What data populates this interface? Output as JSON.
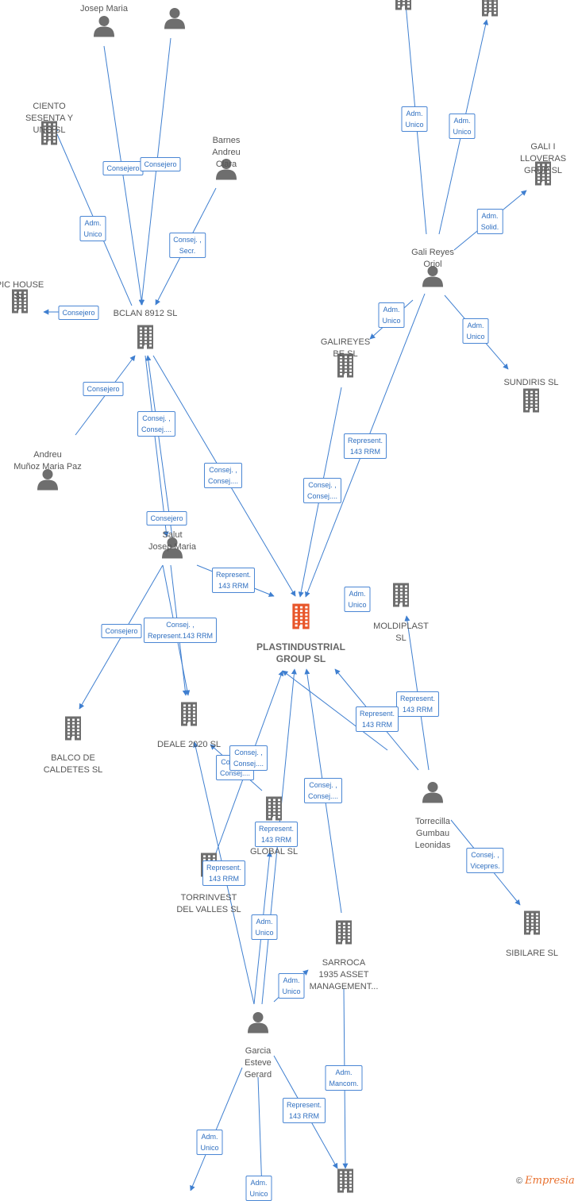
{
  "nodes": [
    {
      "id": "josep",
      "type": "person",
      "label": "Josep Maria"
    },
    {
      "id": "p_top2",
      "type": "person",
      "label": ""
    },
    {
      "id": "b_top1",
      "type": "company",
      "label": ""
    },
    {
      "id": "b_top2",
      "type": "company",
      "label": ""
    },
    {
      "id": "ciento",
      "type": "company",
      "label": "CIENTO\nSESENTA Y\nUNO SL"
    },
    {
      "id": "barnes_andreu",
      "type": "person",
      "label": "Barnes\nAndreu\nClara"
    },
    {
      "id": "pichouse",
      "type": "company",
      "label": "PIC HOUSE\nSL"
    },
    {
      "id": "bclan",
      "type": "company",
      "label": "BCLAN 8912  SL"
    },
    {
      "id": "andreu_munoz",
      "type": "person",
      "label": "Andreu\nMuñoz Maria Paz"
    },
    {
      "id": "barnes_sc",
      "type": "person",
      "label": "Barnes\nSalut\nJosep Maria"
    },
    {
      "id": "gali_reyes",
      "type": "person",
      "label": "Gali Reyes\nOriol"
    },
    {
      "id": "gali_lloveras",
      "type": "company",
      "label": "GALI I\nLLOVERAS\nGRUP SL"
    },
    {
      "id": "galireyes",
      "type": "company",
      "label": "GALIREYES\nBE SL"
    },
    {
      "id": "sundiris",
      "type": "company",
      "label": "SUNDIRIS  SL"
    },
    {
      "id": "plast",
      "type": "center",
      "label": "PLASTINDUSTRIAL\nGROUP  SL"
    },
    {
      "id": "moldiplast",
      "type": "company",
      "label": "MOLDIPLAST\nSL"
    },
    {
      "id": "balco",
      "type": "company",
      "label": "BALCO DE\nCALDETES  SL"
    },
    {
      "id": "deale",
      "type": "company",
      "label": "DEALE 2020  SL"
    },
    {
      "id": "global",
      "type": "company",
      "label": "GLOBAL  SL"
    },
    {
      "id": "torrinvest",
      "type": "company",
      "label": "TORRINVEST\nDEL VALLES  SL"
    },
    {
      "id": "torrecilla",
      "type": "person",
      "label": "Torrecilla\nGumbau\nLeonidas"
    },
    {
      "id": "sibilare",
      "type": "company",
      "label": "SIBILARE SL"
    },
    {
      "id": "sarroca",
      "type": "company",
      "label": "SARROCA\n1935 ASSET\nMANAGEMENT..."
    },
    {
      "id": "garcia",
      "type": "person",
      "label": "Garcia\nEsteve\nGerard"
    },
    {
      "id": "b_bottom",
      "type": "company",
      "label": ""
    }
  ],
  "edge_labels": [
    {
      "id": "e1",
      "text": "Consejero"
    },
    {
      "id": "e2",
      "text": "Consejero"
    },
    {
      "id": "e3",
      "text": "Adm.\nUnico"
    },
    {
      "id": "e4",
      "text": "Consej. ,\nSecr."
    },
    {
      "id": "e5",
      "text": "Consejero"
    },
    {
      "id": "e6",
      "text": "Consejero"
    },
    {
      "id": "e7",
      "text": "Consej. ,\nConsej...."
    },
    {
      "id": "e8",
      "text": "Consej. ,\nConsej...."
    },
    {
      "id": "e9",
      "text": "Consejero"
    },
    {
      "id": "e10",
      "text": "Represent.\n143 RRM"
    },
    {
      "id": "e11",
      "text": "Consejero"
    },
    {
      "id": "e12",
      "text": "Consej. ,\nRepresent.143 RRM"
    },
    {
      "id": "e13",
      "text": "Adm.\nUnico"
    },
    {
      "id": "e14",
      "text": "Adm.\nUnico"
    },
    {
      "id": "e15",
      "text": "Adm.\nSolid."
    },
    {
      "id": "e16",
      "text": "Adm.\nUnico"
    },
    {
      "id": "e17",
      "text": "Adm.\nUnico"
    },
    {
      "id": "e18",
      "text": "Represent.\n143 RRM"
    },
    {
      "id": "e19",
      "text": "Consej. ,\nConsej...."
    },
    {
      "id": "e20",
      "text": "Adm.\nUnico"
    },
    {
      "id": "e21",
      "text": "Represent.\n143 RRM"
    },
    {
      "id": "e22",
      "text": "Represent.\n143 RRM"
    },
    {
      "id": "e23",
      "text": "Consej. ,\nConsej...."
    },
    {
      "id": "e24",
      "text": "Consej. ,\nConsej...."
    },
    {
      "id": "e25",
      "text": "Consej. ,\nConsej...."
    },
    {
      "id": "e26",
      "text": "Represent.\n143 RRM"
    },
    {
      "id": "e27",
      "text": "Represent.\n143 RRM"
    },
    {
      "id": "e28",
      "text": "Adm.\nUnico"
    },
    {
      "id": "e29",
      "text": "Adm.\nUnico"
    },
    {
      "id": "e30",
      "text": "Consej. ,\nVicepres."
    },
    {
      "id": "e31",
      "text": "Adm.\nMancom."
    },
    {
      "id": "e32",
      "text": "Represent.\n143 RRM"
    },
    {
      "id": "e33",
      "text": "Adm.\nUnico"
    },
    {
      "id": "e34",
      "text": "Adm.\nUnico"
    }
  ],
  "colors": {
    "edge": "#3f7fd0",
    "node": "#6e6e6e",
    "center": "#e8562a",
    "label_border": "#4a86d4"
  },
  "credit": {
    "copyright": "©",
    "brand": "Empresia"
  }
}
